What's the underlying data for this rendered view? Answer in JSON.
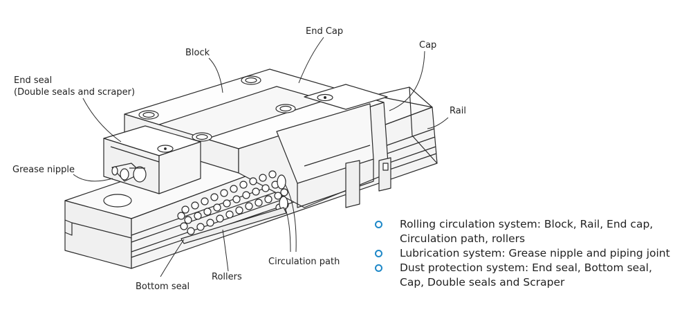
{
  "labels": {
    "block": "Block",
    "end_cap": "End Cap",
    "cap": "Cap",
    "rail": "Rail",
    "end_seal_line1": "End seal",
    "end_seal_line2": "(Double seals and scraper)",
    "grease_nipple": "Grease nipple",
    "bottom_seal": "Bottom seal",
    "rollers": "Rollers",
    "circulation_path": "Circulation path"
  },
  "legend": {
    "items": [
      {
        "text": "Rolling circulation system: Block, Rail, End cap, Circulation path, rollers"
      },
      {
        "text": "Lubrication system: Grease nipple and piping joint"
      },
      {
        "text": "Dust protection system: End seal, Bottom seal, Cap, Double seals and Scraper"
      }
    ]
  },
  "colors": {
    "bullet": "#1e88c8",
    "line": "#2a2a2a",
    "text": "#222222"
  }
}
